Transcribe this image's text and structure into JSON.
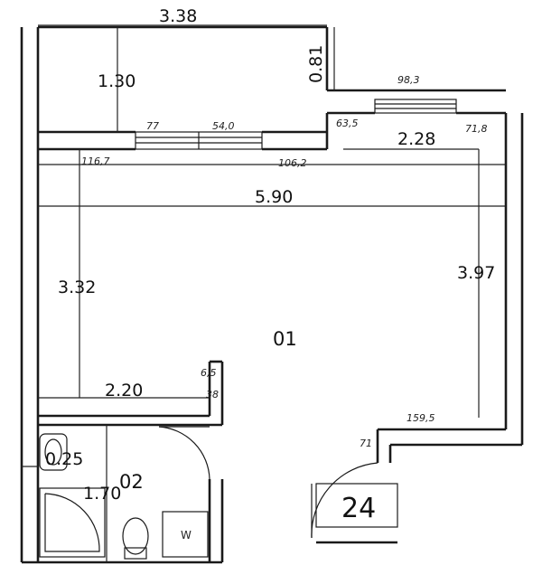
{
  "room_labels": {
    "main": "01",
    "bath": "02",
    "unit_number": "24",
    "washer": "W"
  },
  "dimensions": {
    "top_width": "3.38",
    "balcony_depth": "1.30",
    "step_height": "0.81",
    "right_step_width": "2.28",
    "room_width": "5.90",
    "left_height": "3.32",
    "right_height": "3.97",
    "bath_width": "2.20",
    "bath_height": "1.70",
    "niche_depth": "0.25"
  },
  "handwritten_notes": {
    "window_right": "98,3",
    "window_left_a": "77",
    "window_left_b": "54,0",
    "offset_left": "116,7",
    "offset_mid": "106,2",
    "small_right": "63,5",
    "small_right_b": "71,8",
    "corner_offset": "159,5",
    "bath_note_a": "6,5",
    "bath_note_b": "38",
    "door_note": "71"
  }
}
